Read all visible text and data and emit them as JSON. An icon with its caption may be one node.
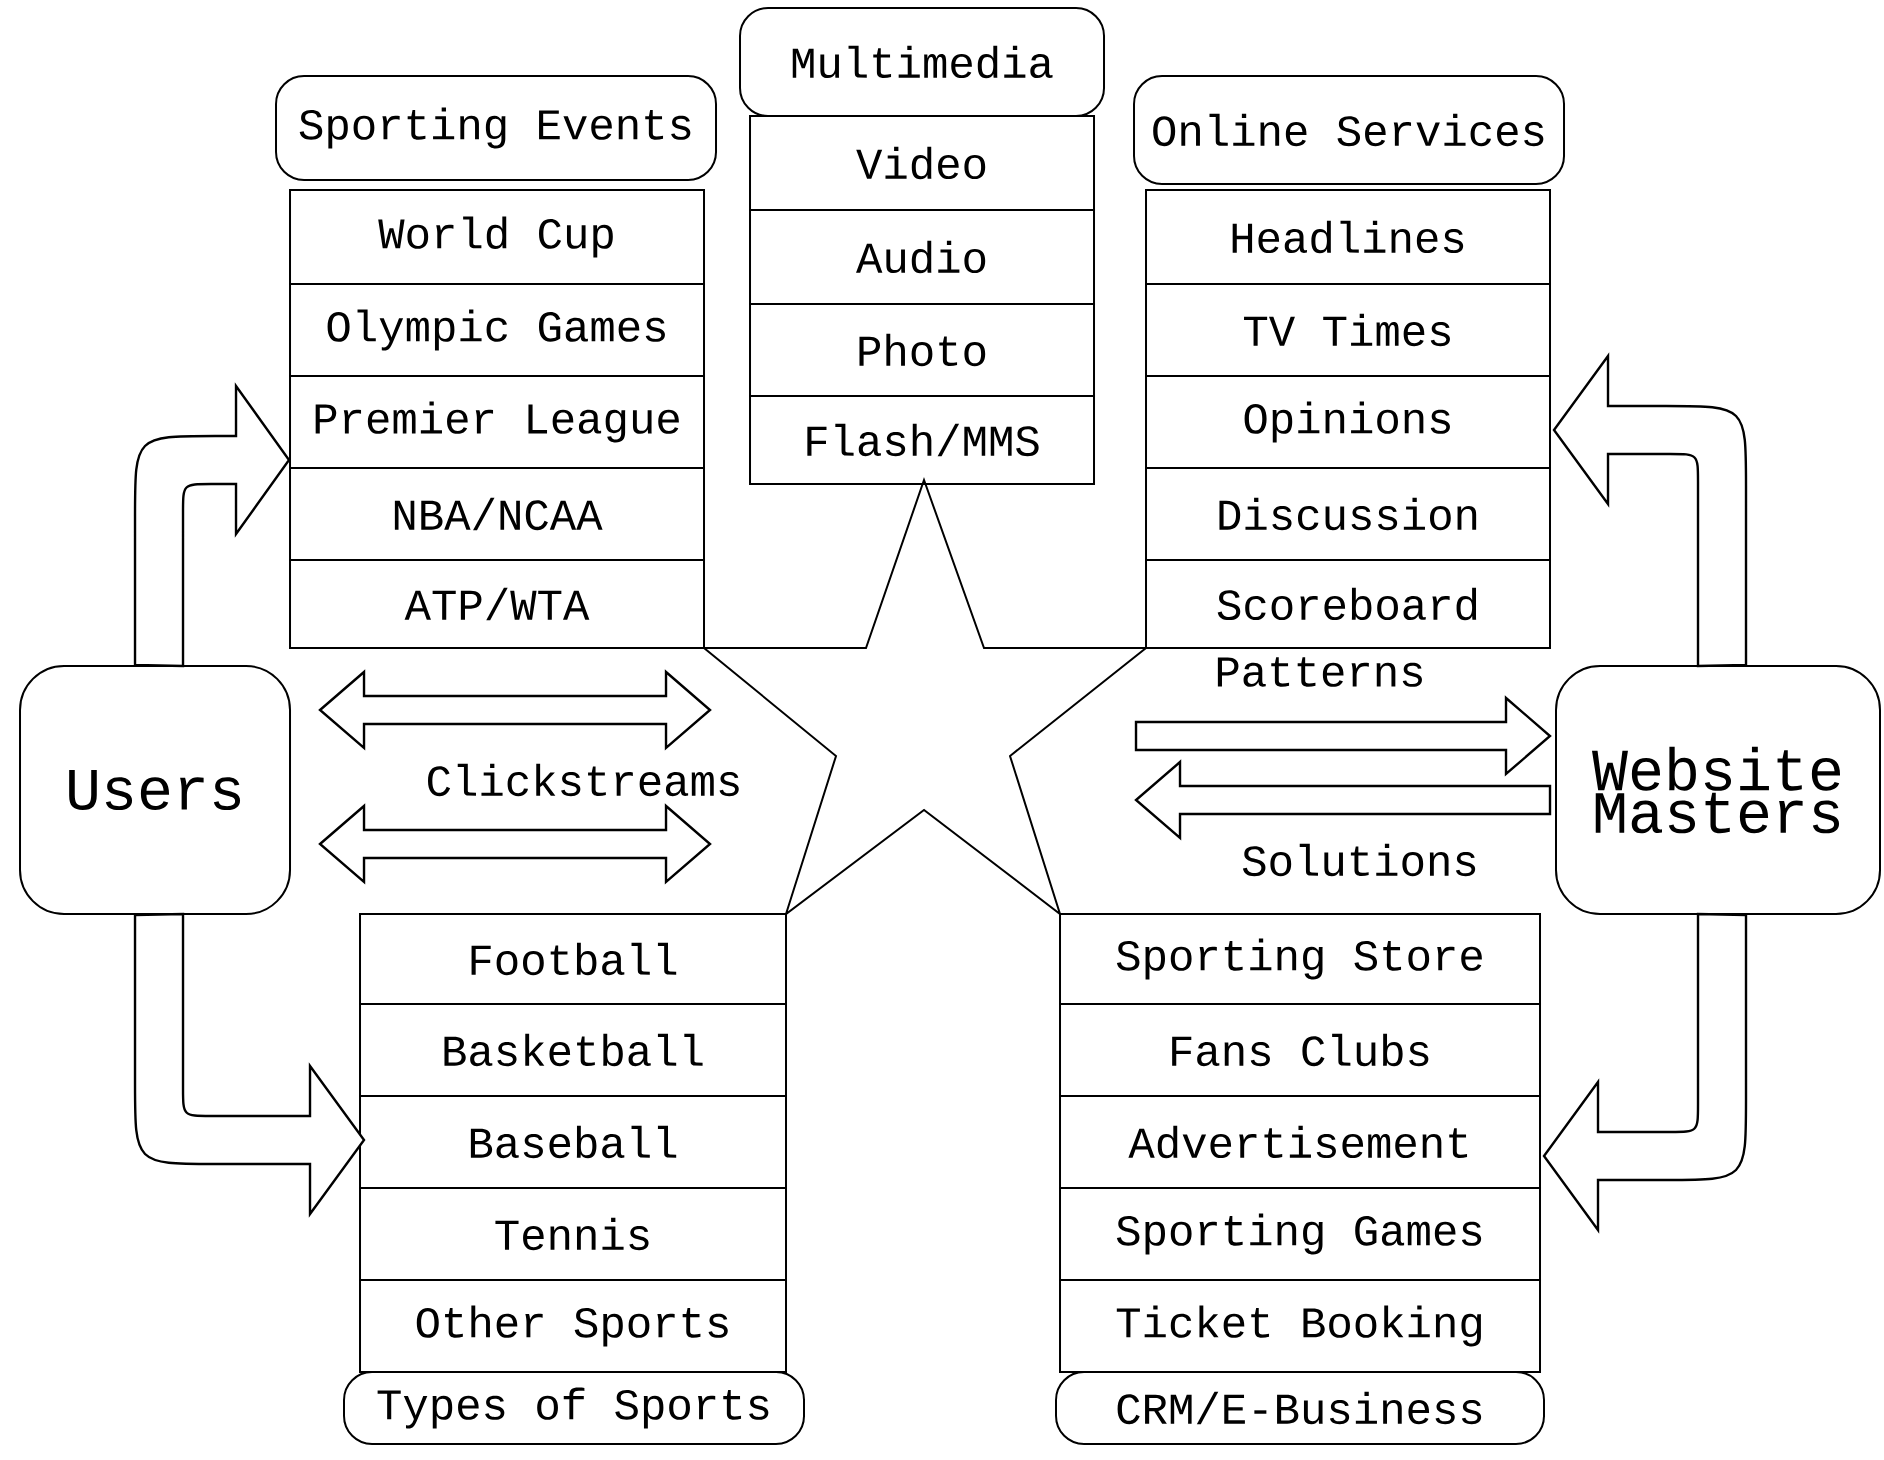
{
  "diagram": {
    "nodes": [
      {
        "text": [
          "Sporting Events"
        ]
      },
      {
        "text": [
          "World Cup"
        ]
      },
      {
        "text": [
          "Olympic Games"
        ]
      },
      {
        "text": [
          "Premier League"
        ]
      },
      {
        "text": [
          "NBA/NCAA"
        ]
      },
      {
        "text": [
          "ATP/WTA"
        ]
      },
      {
        "text": [
          "Multimedia"
        ]
      },
      {
        "text": [
          "Video"
        ]
      },
      {
        "text": [
          "Audio"
        ]
      },
      {
        "text": [
          "Photo"
        ]
      },
      {
        "text": [
          "Flash/MMS"
        ]
      },
      {
        "text": [
          "Online Services"
        ]
      },
      {
        "text": [
          "Headlines"
        ]
      },
      {
        "text": [
          "TV Times"
        ]
      },
      {
        "text": [
          "Opinions"
        ]
      },
      {
        "text": [
          "Discussion"
        ]
      },
      {
        "text": [
          "Scoreboard"
        ]
      },
      {
        "text": [
          "Users"
        ]
      },
      {
        "text": [],
        "shape": "star"
      },
      {
        "text": [
          "Website Masters"
        ]
      },
      {
        "text": [
          "Football"
        ]
      },
      {
        "text": [
          "Basketball"
        ]
      },
      {
        "text": [
          "Baseball"
        ]
      },
      {
        "text": [
          "Tennis"
        ]
      },
      {
        "text": [
          "Other Sports"
        ]
      },
      {
        "text": [
          "Types of Sports"
        ]
      },
      {
        "text": [
          "Sporting Store"
        ]
      },
      {
        "text": [
          "Fans Clubs"
        ]
      },
      {
        "text": [
          "Advertisement"
        ]
      },
      {
        "text": [
          "Sporting Games"
        ]
      },
      {
        "text": [
          "Ticket Booking"
        ]
      },
      {
        "text": [
          "CRM/E-Business"
        ]
      }
    ],
    "edges": [
      {
        "from": 17,
        "to": 3,
        "arrow": "to"
      },
      {
        "from": 17,
        "to": 22,
        "arrow": "to"
      },
      {
        "from": 19,
        "to": 14,
        "arrow": "to"
      },
      {
        "from": 19,
        "to": 28,
        "arrow": "to"
      },
      {
        "from": 17,
        "to": 18,
        "arrow": "both",
        "label": "Clickstreams"
      },
      {
        "from": 17,
        "to": 18,
        "arrow": "both"
      },
      {
        "from": 18,
        "to": 19,
        "arrow": "to",
        "label": "Patterns"
      },
      {
        "from": 19,
        "to": 18,
        "arrow": "to",
        "label": "Solutions"
      }
    ]
  }
}
